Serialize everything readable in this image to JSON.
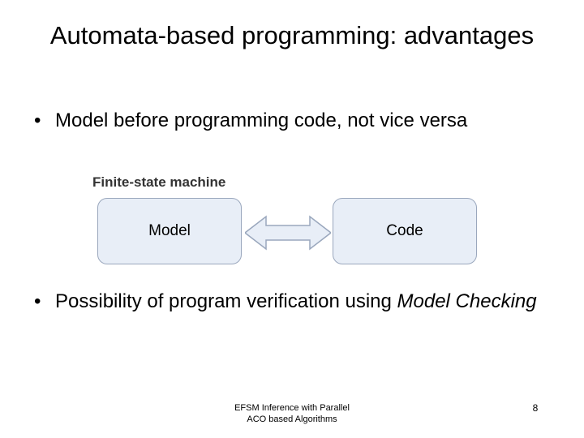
{
  "slide": {
    "title": "Automata-based programming: advantages",
    "bullets": [
      {
        "marker": "•",
        "text": "Model before programming code, not vice versa"
      },
      {
        "marker": "•",
        "text_plain": "Possibility of program verification using ",
        "text_italic": "Model Checking"
      }
    ],
    "diagram": {
      "caption": "Finite-state machine",
      "left_box": "Model",
      "right_box": "Code",
      "arrow": "double-headed-arrow",
      "box_fill": "#e8eef7",
      "box_border": "#9aa7bd"
    },
    "footer": {
      "line1": "EFSM Inference with Parallel",
      "line2": "ACO based Algorithms",
      "page_number": "8"
    }
  }
}
